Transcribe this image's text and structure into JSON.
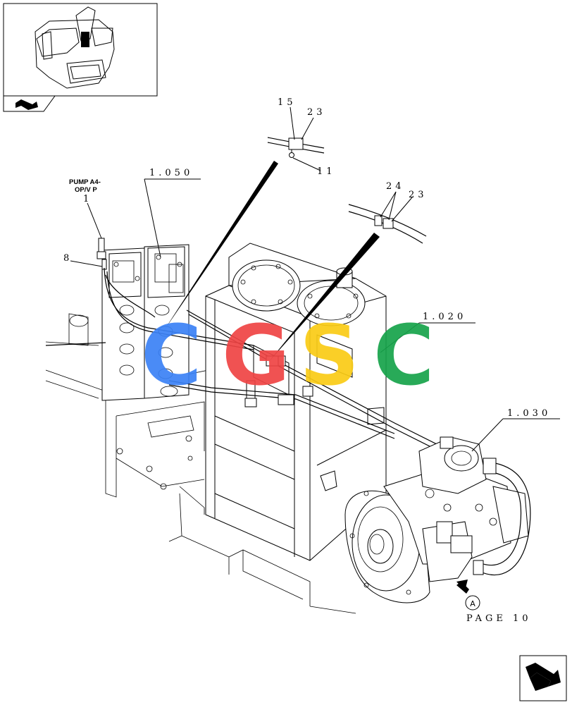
{
  "labels": {
    "ref_1050": "1.050",
    "ref_1020": "1.020",
    "ref_1030": "1.030",
    "part_1": "1",
    "part_8": "8",
    "part_11": "11",
    "part_15": "15",
    "part_23_top": "23",
    "part_23_mid": "23",
    "part_24": "24",
    "pump_line1": "PUMP A4-",
    "pump_line2": "OP/V P",
    "callout_a": "A",
    "page_ref": "PAGE 10"
  },
  "watermark": {
    "letters": [
      "C",
      "G",
      "S",
      "C"
    ],
    "colors": [
      "#3b82f6",
      "#ef4444",
      "#facc15",
      "#16a34a"
    ]
  },
  "icons": {
    "inset": "machine-inset-icon",
    "inset_tab": "arrow-tab-icon",
    "nav": "next-page-arrow-icon"
  }
}
